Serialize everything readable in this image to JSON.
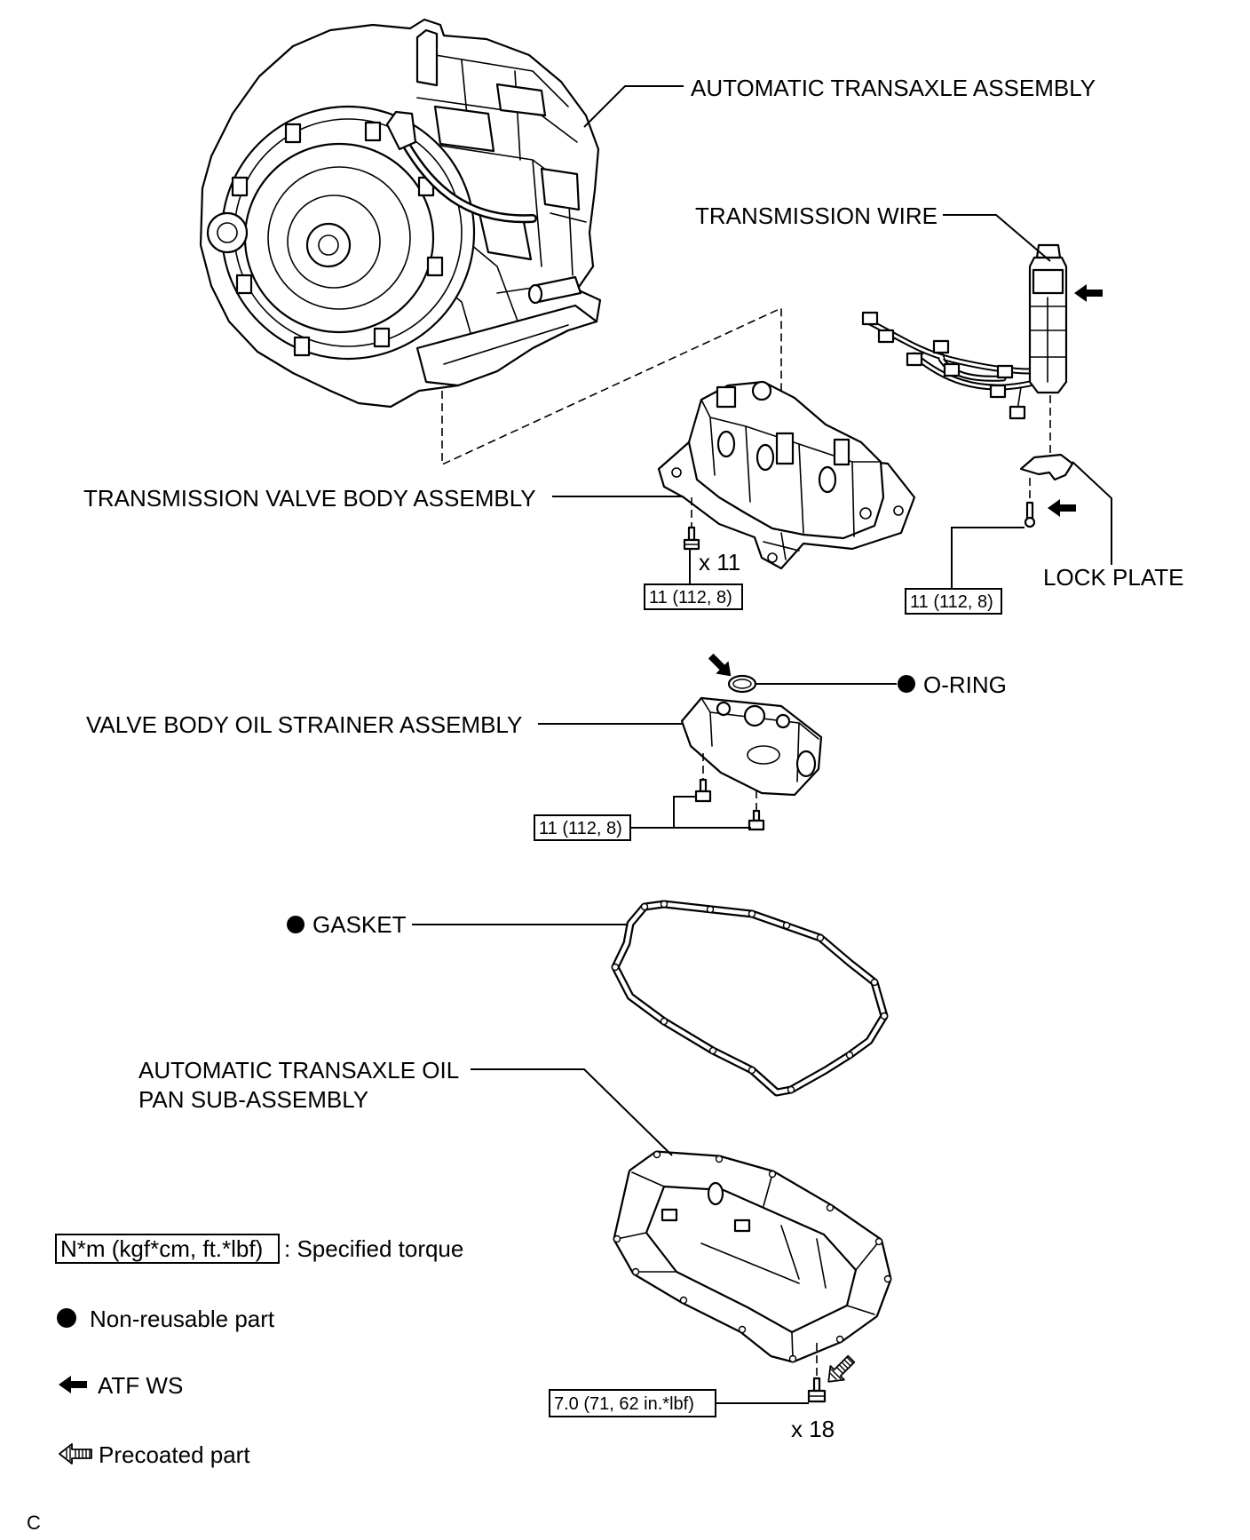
{
  "figure_code": "C",
  "labels": {
    "automatic_transaxle_assembly": "AUTOMATIC TRANSAXLE ASSEMBLY",
    "transmission_wire": "TRANSMISSION WIRE",
    "transmission_valve_body_assembly": "TRANSMISSION VALVE BODY ASSEMBLY",
    "lock_plate": "LOCK PLATE",
    "o_ring": "O-RING",
    "valve_body_oil_strainer_assembly": "VALVE BODY OIL STRAINER ASSEMBLY",
    "gasket": "GASKET",
    "oil_pan_line1": "AUTOMATIC TRANSAXLE OIL",
    "oil_pan_line2": "PAN SUB-ASSEMBLY"
  },
  "quantities": {
    "valve_body_bolts": "x 11",
    "oil_pan_bolts": "x 18"
  },
  "torques": {
    "valve_body_bolt": "11 (112, 8)",
    "lock_plate_bolt": "11 (112, 8)",
    "strainer_bolt": "11 (112, 8)",
    "oil_pan_bolt": "7.0 (71, 62 in.*lbf)"
  },
  "legend": {
    "torque_units": "N*m (kgf*cm, ft.*lbf)",
    "torque_meaning": ": Specified torque",
    "non_reusable": "Non-reusable part",
    "atf_ws": "ATF WS",
    "precoated": "Precoated part"
  },
  "icons": {
    "non_reusable": "filled-circle-icon",
    "atf_ws": "solid-arrow-icon",
    "precoated": "hatched-arrow-icon"
  },
  "colors": {
    "ink": "#000000",
    "paper": "#ffffff"
  }
}
